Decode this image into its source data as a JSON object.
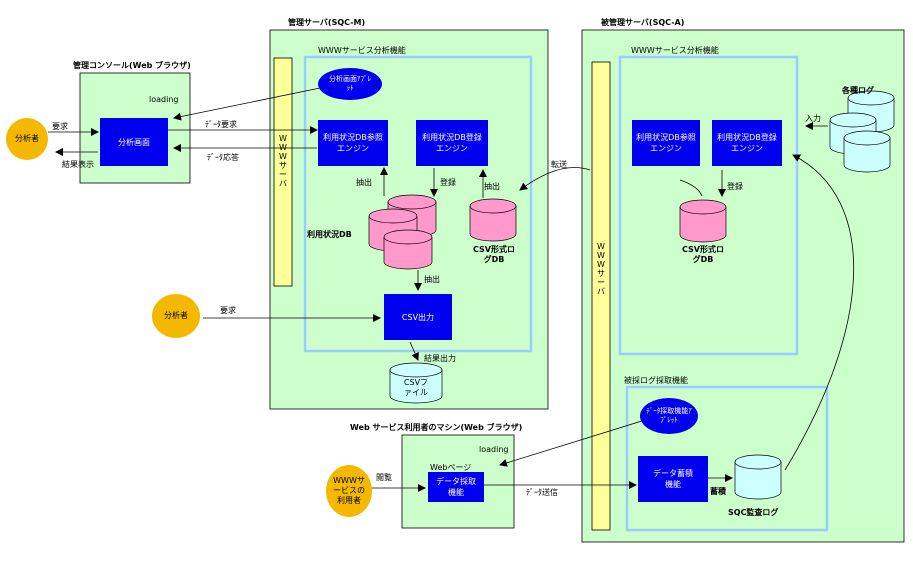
{
  "servers": {
    "managing_title": "管理サーバ(SQC-M)",
    "managed_title": "被管理サーバ(SQC-A)",
    "console_title": "管理コンソール(Web ブラウザ)",
    "user_machine_title": "Web サービス利用者のマシン(Web ブラウザ)"
  },
  "frames": {
    "www_analysis_left": "WWWサービス分析機能",
    "www_analysis_right": "WWWサービス分析機能",
    "log_collect": "被採ログ採取機能"
  },
  "web_server_label": "WWWサーバ",
  "loading_label": "loading",
  "webpage_label": "Webページ",
  "actors": {
    "analyst_1": "分析者",
    "analyst_2": "分析者",
    "www_user": "WWWサービスの利用者"
  },
  "boxes": {
    "analysis_screen": "分析画面",
    "ref_engine_m": "利用状況DB参照エンジン",
    "reg_engine_m": "利用状況DB登録エンジン",
    "csv_output": "CSV出力",
    "ref_engine_a": "利用状況DB参照エンジン",
    "reg_engine_a": "利用状況DB登録エンジン",
    "data_collect": "データ採取機能",
    "data_store": "データ蓄積機能"
  },
  "applets": {
    "analysis_applet": "分析画面ｱﾌﾟﾚｯﾄ",
    "collect_applet": "ﾃﾞｰﾀ採取機能ｱﾌﾟﾚｯﾄ"
  },
  "stores": {
    "usage_db": "利用状況DB",
    "csv_log_db_m": "CSV形式ログDB",
    "csv_log_db_a": "CSV形式ログDB",
    "csv_file": "CSVファイル",
    "various_logs": "各種ログ",
    "sqc_log": "SQC監査ログ"
  },
  "edges": {
    "request_1": "要求",
    "result_display": "結果表示",
    "data_request": "ﾃﾞｰﾀ要求",
    "data_response": "ﾃﾞｰﾀ応答",
    "extract_1": "抽出",
    "register_1": "登録",
    "extract_2": "抽出",
    "extract_3": "抽出",
    "forward": "転送",
    "register_2": "登録",
    "input": "入力",
    "request_2": "要求",
    "result_output": "結果出力",
    "browse": "閲覧",
    "data_send": "ﾃﾞｰﾀ送信",
    "accumulate": "蓄積"
  },
  "colors": {
    "server_fill": "#ccffcc",
    "frame_stroke": "#99ccff",
    "box_fill": "#0000ee",
    "db_pink": "#ff99cc",
    "db_cyan": "#ccffff",
    "actor_fill": "#f5b800",
    "web_server_fill": "#ffff99"
  }
}
